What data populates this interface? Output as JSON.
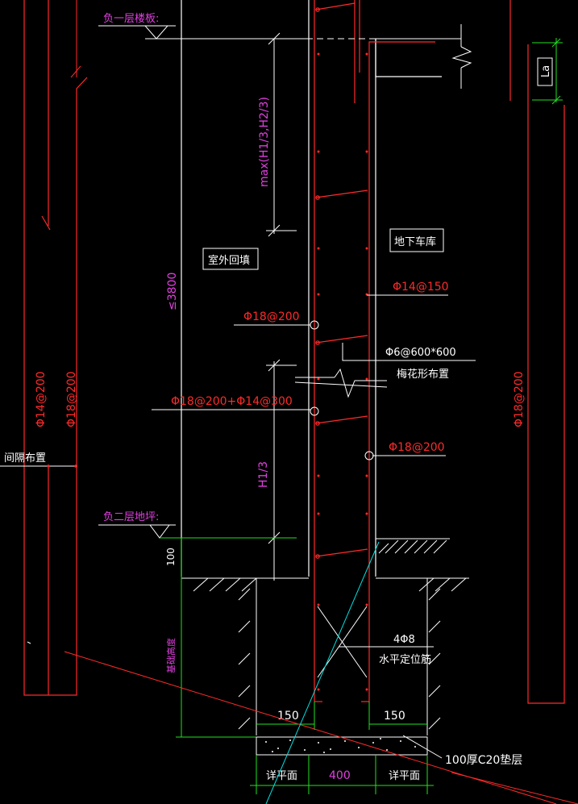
{
  "labels": {
    "neg1_floor_slab": "负一层楼板:",
    "neg2_floor_ground": "负二层地坪:",
    "outdoor_backfill": "室外回填",
    "underground_garage": "地下车库",
    "spacing_layout": "间隔布置",
    "plum_layout": "梅花形布置",
    "horizontal_locating_bar": "水平定位筋",
    "c20_cushion": "100厚C20垫层",
    "see_plan_left": "详平面",
    "see_plan_right": "详平面",
    "foundation_elevation": "基础高度",
    "anchor_la": "La"
  },
  "dims": {
    "max_height": "max(H1/3,H2/3)",
    "wall_height": "≤3800",
    "h1_third": "H1/3",
    "slab_100": "100",
    "offset_left_150": "150",
    "offset_right_150": "150",
    "footing_width_400": "400"
  },
  "rebar": {
    "phi14_150": "Φ14@150",
    "phi18_200_a": "Φ18@200",
    "phi6_600": "Φ6@600*600",
    "phi18_phi14": "Φ18@200+Φ14@300",
    "phi18_200_b": "Φ18@200",
    "four_phi8": "4Φ8",
    "left_phi14_200": "Φ14@200",
    "left_phi18_200": "Φ18@200",
    "right_phi18_200": "Φ18@200"
  },
  "colors": {
    "background": "#000000",
    "line_white": "#ffffff",
    "rebar_red": "#ff2a2a",
    "dim_magenta": "#e040e0",
    "dim_green": "#22e022",
    "cut_cyan": "#00e0e0"
  }
}
